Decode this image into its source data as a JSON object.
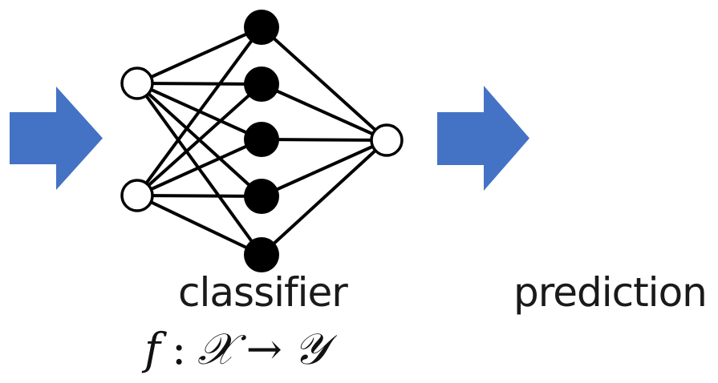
{
  "diagram": {
    "title": "Neural network classifier pipeline",
    "colors": {
      "arrow": "#4472C4",
      "edge": "#000000",
      "hidden_node": "#000000",
      "io_node_fill": "#ffffff",
      "io_node_stroke": "#000000"
    },
    "network": {
      "layers": [
        {
          "name": "input",
          "nodes": 2,
          "style": "hollow"
        },
        {
          "name": "hidden",
          "nodes": 5,
          "style": "filled"
        },
        {
          "name": "output",
          "nodes": 1,
          "style": "hollow"
        }
      ],
      "fully_connected": true
    },
    "arrows": [
      {
        "name": "input-arrow",
        "direction": "right"
      },
      {
        "name": "output-arrow",
        "direction": "right"
      }
    ],
    "labels": {
      "classifier": "classifier",
      "prediction": "prediction"
    },
    "formula": {
      "func": "f",
      "colon": ":",
      "domain": "𝒳",
      "arrow": "→",
      "codomain": "𝒴"
    }
  }
}
